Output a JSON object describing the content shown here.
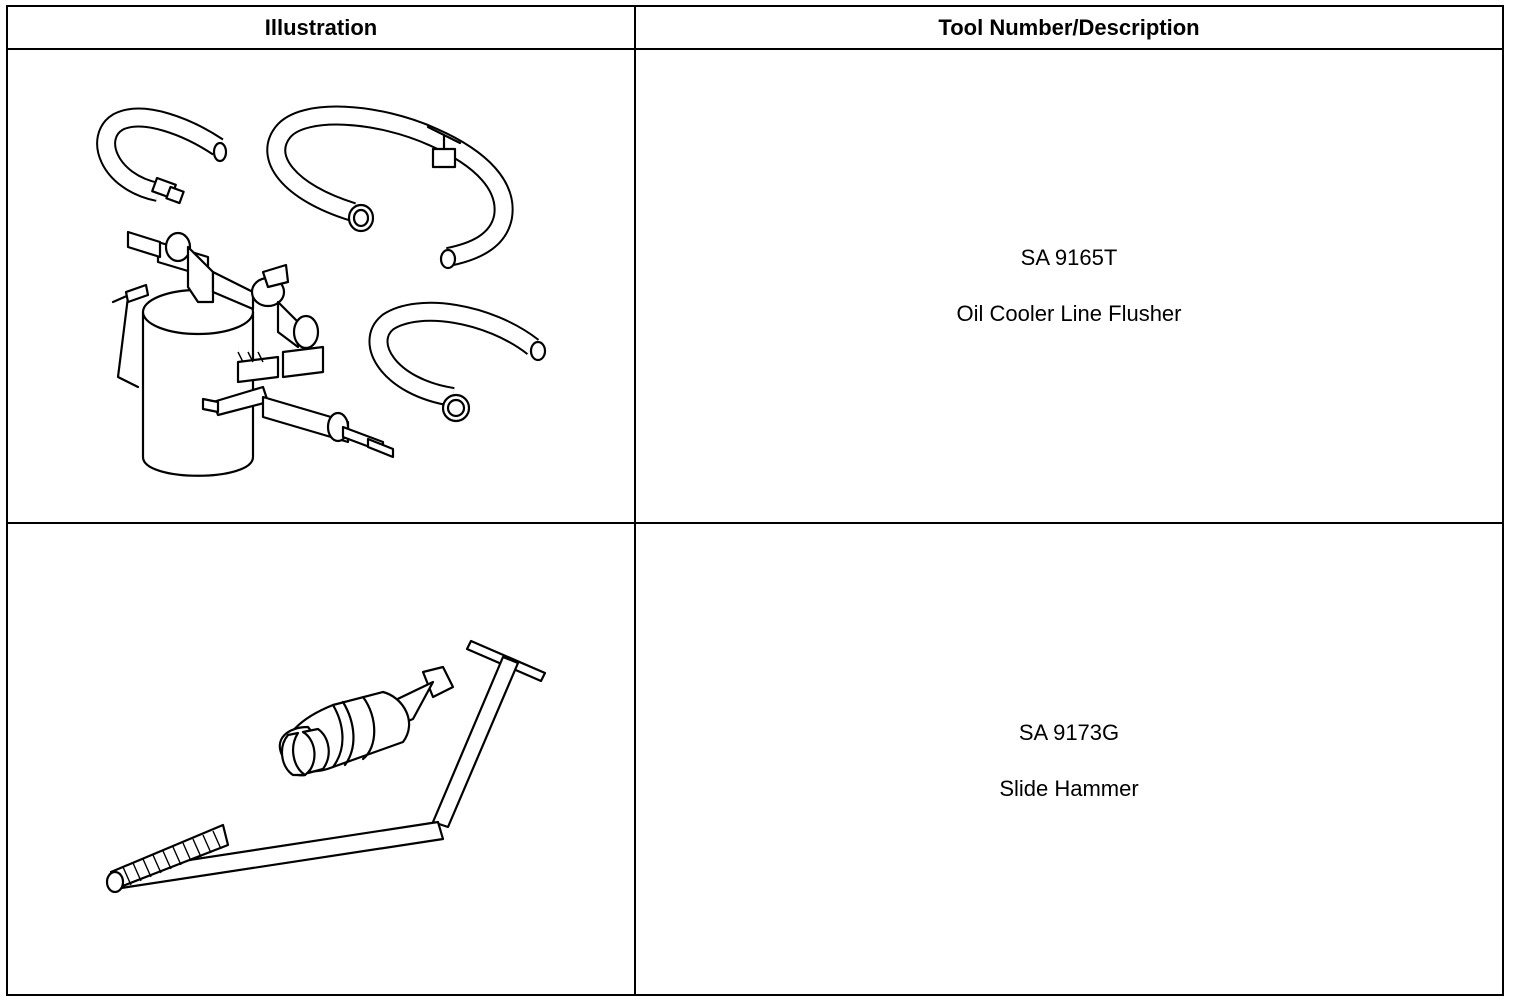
{
  "table": {
    "headers": {
      "illustration": "Illustration",
      "description": "Tool Number/Description"
    },
    "rows": [
      {
        "tool_number": "SA 9165T",
        "description": "Oil Cooler Line Flusher",
        "illustration_icon": "oil-cooler-line-flusher-drawing"
      },
      {
        "tool_number": "SA 9173G",
        "description": "Slide Hammer",
        "illustration_icon": "slide-hammer-drawing"
      }
    ]
  }
}
